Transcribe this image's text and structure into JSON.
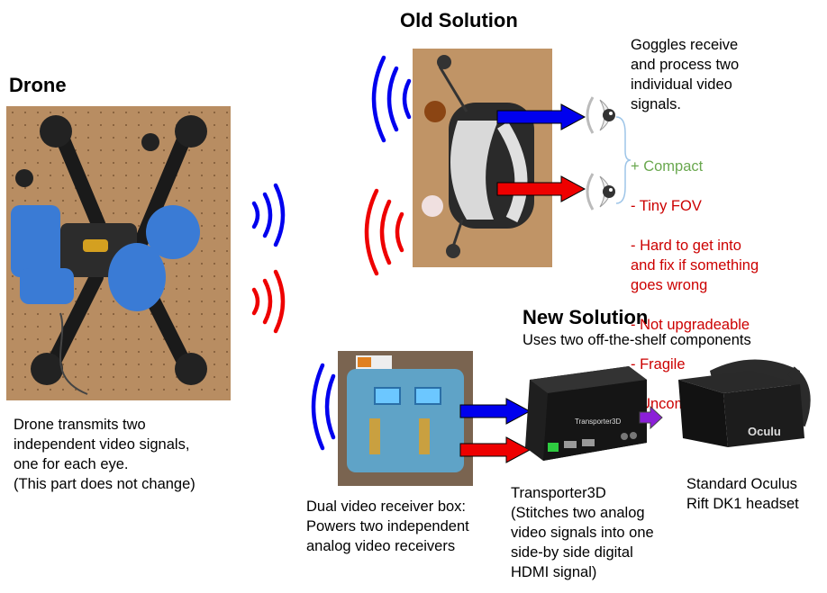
{
  "headings": {
    "drone": "Drone",
    "old": "Old Solution",
    "new": "New Solution"
  },
  "texts": {
    "new_subtitle": "Uses two off-the-shelf components",
    "goggles_note": "Goggles receive\nand process two\nindividual video\nsignals.",
    "drone_caption": "Drone transmits two\nindependent video signals,\none for each eye.\n(This part does not change)",
    "receiver_caption": "Dual video receiver box:\nPowers two independent\nanalog video receivers",
    "transporter_caption": "Transporter3D\n(Stitches two analog\nvideo signals into one\nside-by side digital\nHDMI signal)",
    "oculus_caption": "Standard Oculus\nRift DK1 headset"
  },
  "old_solution_list": [
    {
      "text": "+ Compact",
      "type": "pro"
    },
    {
      "text": "- Tiny FOV",
      "type": "con"
    },
    {
      "text": "- Hard to get into\nand fix if something\ngoes wrong",
      "type": "con"
    },
    {
      "text": "- Not upgradeable",
      "type": "con"
    },
    {
      "text": "- Fragile",
      "type": "con"
    },
    {
      "text": "- Uncomfortable",
      "type": "con"
    }
  ],
  "device_labels": {
    "transporter_brand": "Transporter3D",
    "oculus_brand": "Oculu"
  },
  "colors": {
    "signal_blue": "#0000ee",
    "signal_red": "#ee0000",
    "arrow_purple": "#8b1fd8",
    "pro_green": "#6aa84f",
    "con_red": "#cc0000"
  }
}
